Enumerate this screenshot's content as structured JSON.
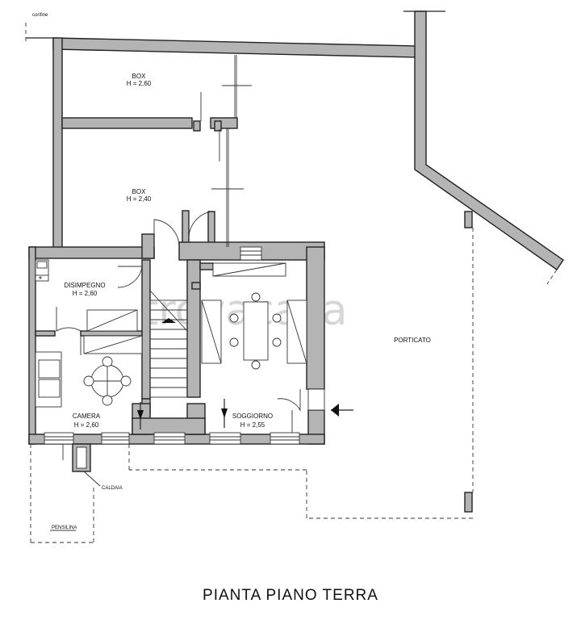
{
  "labels": {
    "confine": "confine",
    "box1_name": "BOX",
    "box1_height": "H = 2,60",
    "box2_name": "BOX",
    "box2_height": "H = 2,40",
    "disimpegno_name": "DISIMPEGNO",
    "disimpegno_height": "H = 2,60",
    "camera_name": "CAMERA",
    "camera_height": "H = 2,60",
    "soggiorno_name": "SOGGIORNO",
    "soggiorno_height": "H = 2,55",
    "porticato": "PORTICATO",
    "caldaia": "CALDAIA",
    "pensilina": "PENSILINA"
  },
  "watermark": "trovacasa",
  "title": "PIANTA  PIANO  TERRA"
}
